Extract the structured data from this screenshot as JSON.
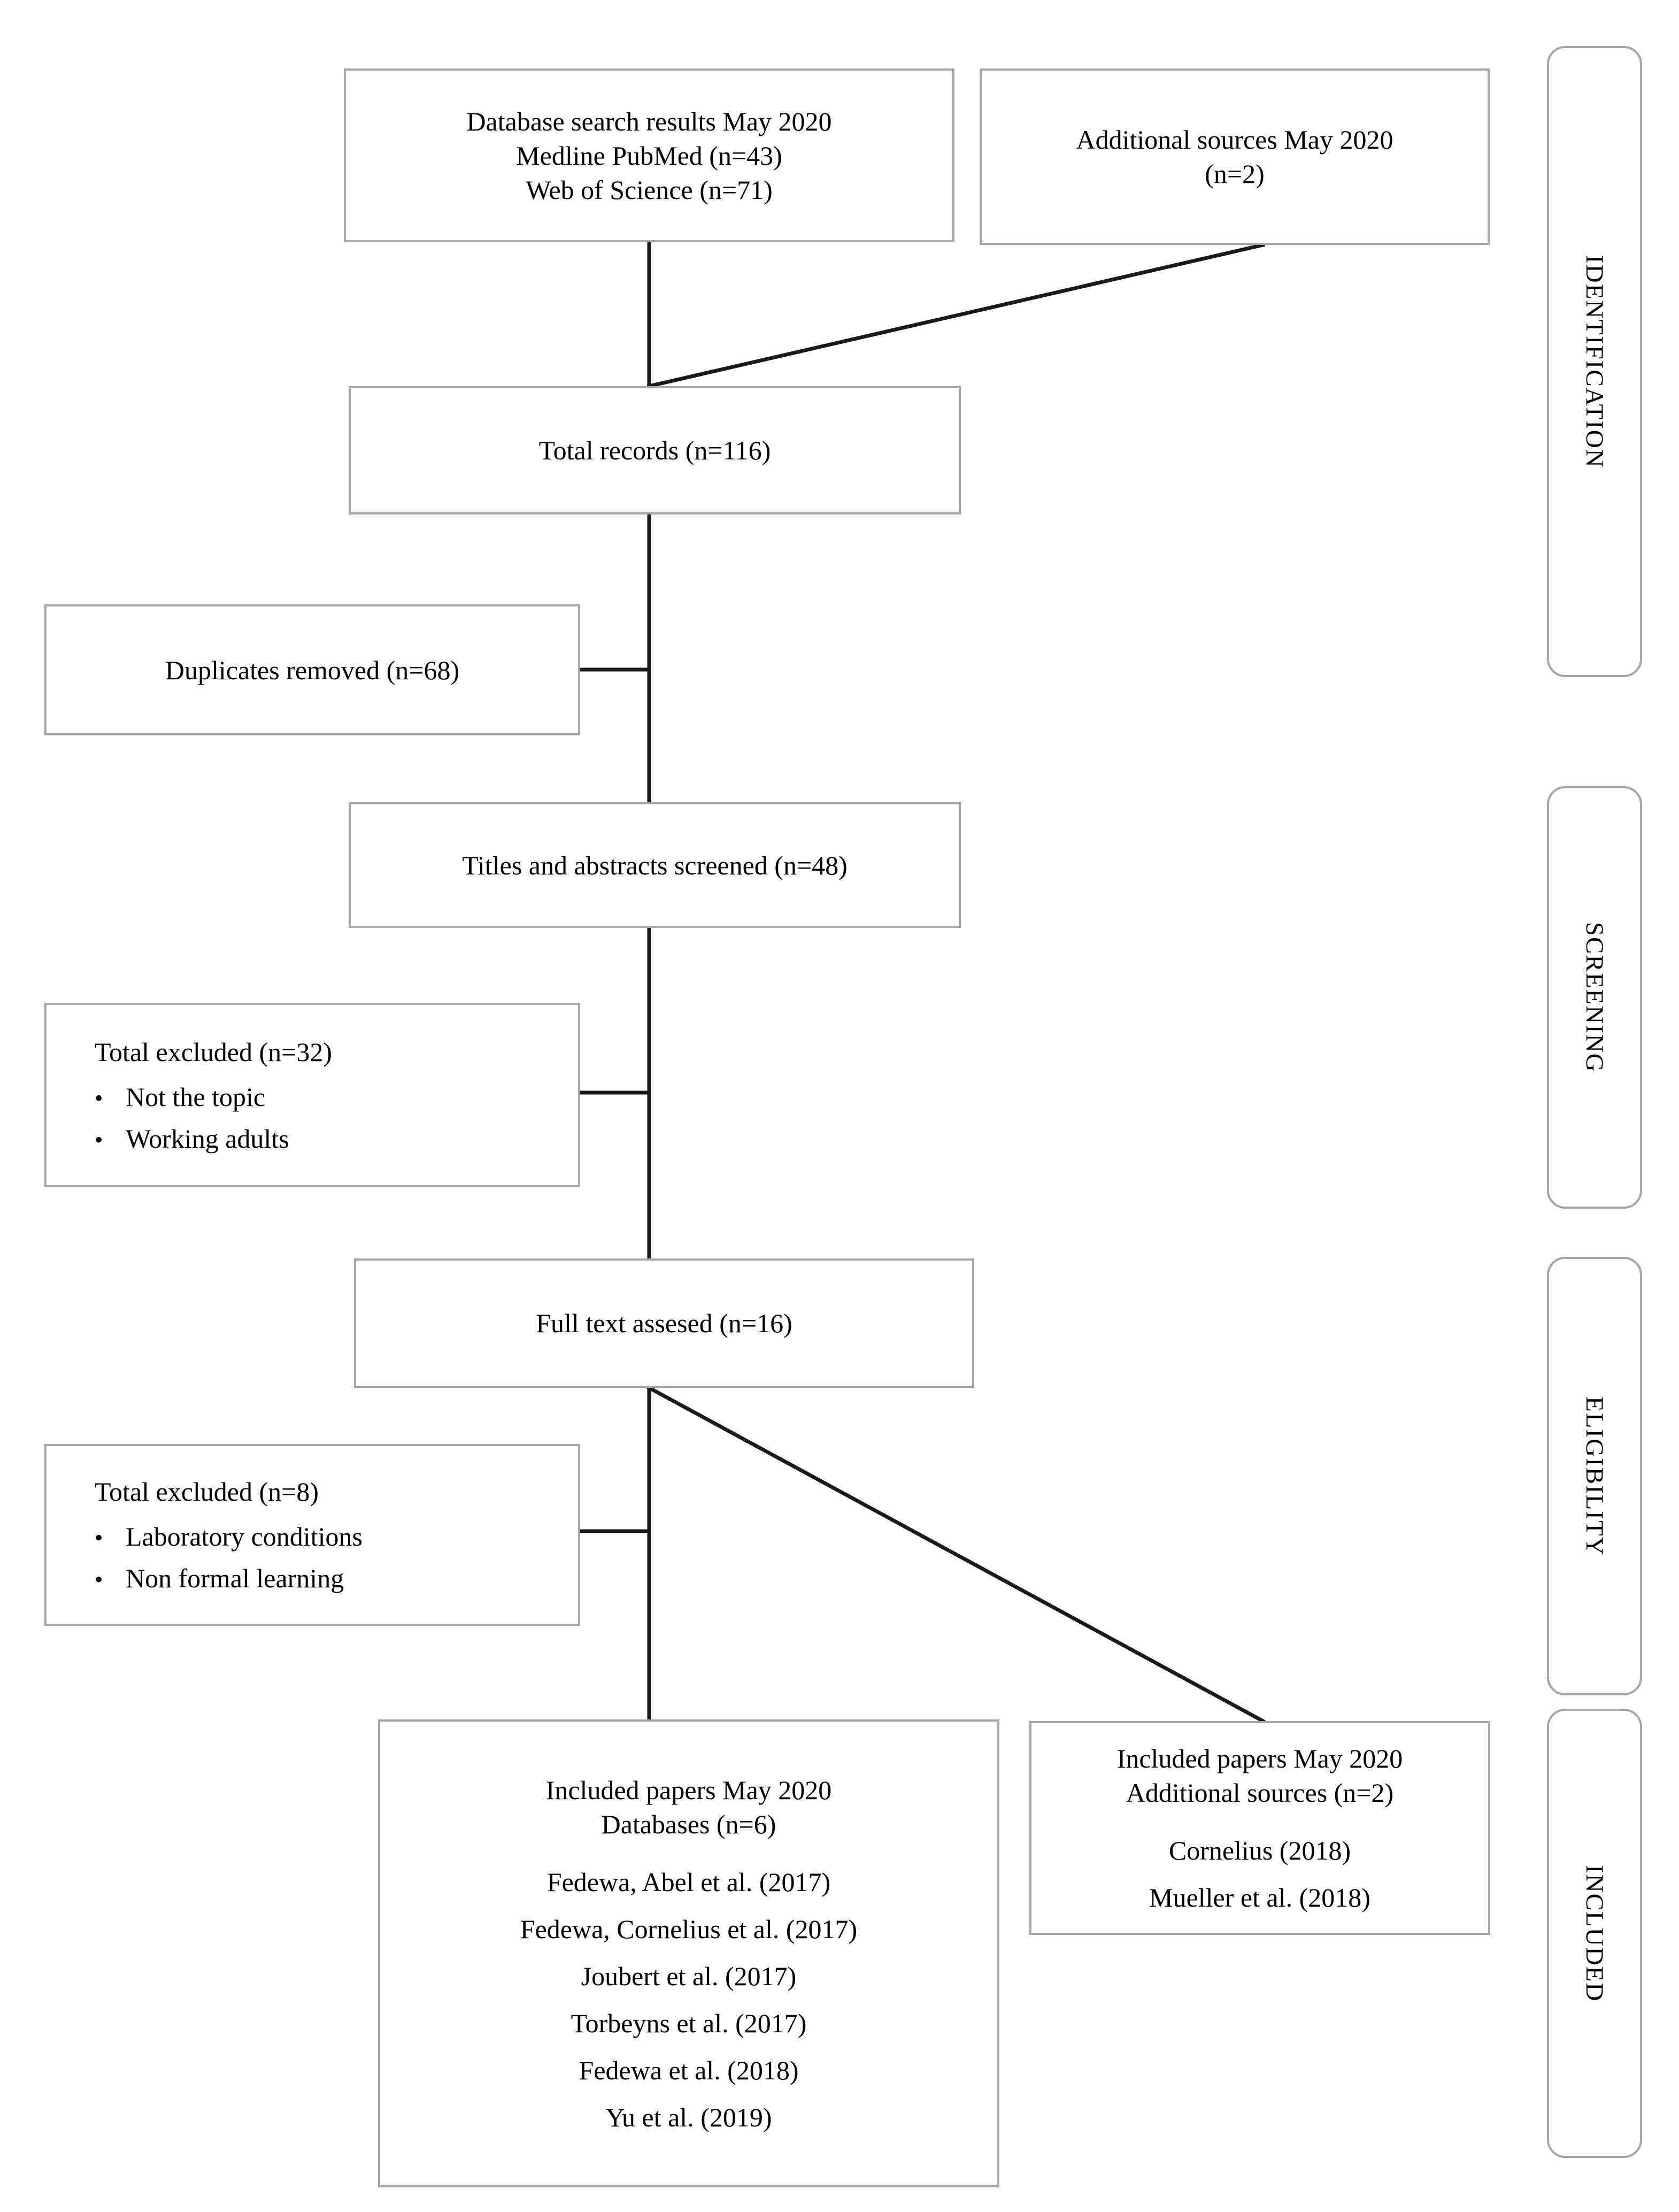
{
  "diagram": {
    "type": "prisma-flow-diagram",
    "line_color": "#1a1a1a",
    "box_border_color": "#a6a6a6",
    "background": "#ffffff"
  },
  "boxes": {
    "database_search": {
      "line1": "Database search results May 2020",
      "line2": "Medline PubMed (n=43)",
      "line3": "Web of Science (n=71)"
    },
    "additional_sources": {
      "line1": "Additional sources May 2020",
      "line2": "(n=2)"
    },
    "total_records": {
      "line1": "Total records (n=116)"
    },
    "duplicates_removed": {
      "line1": "Duplicates removed (n=68)"
    },
    "titles_screened": {
      "line1": "Titles and abstracts screened (n=48)"
    },
    "excluded_screening": {
      "head": "Total excluded (n=32)",
      "bullet_glyph": "•",
      "bullets": [
        "Not the topic",
        "Working adults"
      ]
    },
    "full_text": {
      "line1": "Full text assesed (n=16)"
    },
    "excluded_eligibility": {
      "head": "Total excluded (n=8)",
      "bullet_glyph": "•",
      "bullets": [
        "Laboratory conditions",
        "Non formal learning"
      ]
    },
    "included_databases": {
      "line1": "Included papers May 2020",
      "line2": "Databases (n=6)",
      "references": [
        "Fedewa, Abel et al. (2017)",
        "Fedewa, Cornelius et al. (2017)",
        "Joubert et al. (2017)",
        "Torbeyns et al. (2017)",
        "Fedewa et al. (2018)",
        "Yu et al. (2019)"
      ]
    },
    "included_additional": {
      "line1": "Included papers May 2020",
      "line2": "Additional sources (n=2)",
      "references": [
        "Cornelius (2018)",
        "Mueller et al. (2018)"
      ]
    }
  },
  "stages": {
    "identification": "IDENTIFICATION",
    "screening": "SCREENING",
    "eligibility": "ELIGIBILITY",
    "included": "INCLUDED"
  }
}
